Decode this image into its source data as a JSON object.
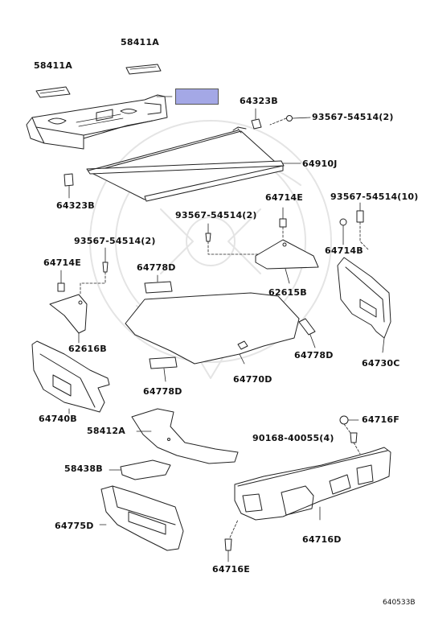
{
  "labels": {
    "p58411a_top": "58411A",
    "p58411a_left": "58411A",
    "p64323b_top": "64323B",
    "p93567_top": "93567-54514(2)",
    "p64910j": "64910J",
    "p64323b_left": "64323B",
    "p64714e_mid": "64714E",
    "p93567_mid": "93567-54514(2)",
    "p93567_right": "93567-54514(10)",
    "p93567_left": "93567-54514(2)",
    "p64714e_left": "64714E",
    "p64714b": "64714B",
    "p64778d_a": "64778D",
    "p62615b": "62615B",
    "p62616b": "62616B",
    "p64778d_b": "64778D",
    "p64730c": "64730C",
    "p64778d_c": "64778D",
    "p64770d": "64770D",
    "p64740b": "64740B",
    "p64716f": "64716F",
    "p58412a": "58412A",
    "p90168": "90168-40055(4)",
    "p58438b": "58438B",
    "p64775d": "64775D",
    "p64716d": "64716D",
    "p64716e": "64716E"
  },
  "footer": {
    "code": "640533B"
  },
  "colors": {
    "highlight": "#a4a8e6",
    "line": "#222222",
    "watermark": "#e6e6e6"
  }
}
